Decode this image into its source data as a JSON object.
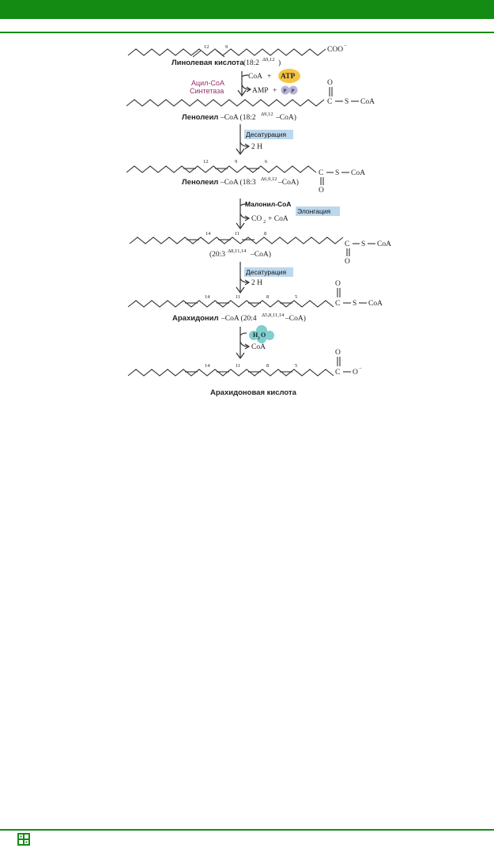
{
  "structures": {
    "linoleic_name": "Линолевая кислота",
    "linoleic_formula": "(18:2",
    "linoleic_sup": "Δ9,12",
    "linoleic_close": ")",
    "linoleic_end": "COO",
    "linoleic_charge": "−",
    "num_12": "12",
    "num_9": "9",
    "num_8": "8",
    "num_11": "11",
    "num_14": "14",
    "num_5": "5",
    "linoleoyl_name": "Ленолеил",
    "linoleoyl_formula": "–CoA (18:2",
    "linoleoyl_sup": "Δ9,12",
    "linoleoyl_close": "–CoA)",
    "gamma_name": "Ленолеил",
    "gamma_formula": "–CoA (18:3",
    "gamma_sup": "Δ6,9,12",
    "gamma_close": "–CoA)",
    "eicosa_formula": "(20:3",
    "eicosa_sup": "Δ8,11,14",
    "eicosa_close": "–CoA)",
    "arach_coa_name": "Арахидонил",
    "arach_coa_formula": "–CoA (20:4",
    "arach_coa_sup": "Δ5,8,11,14",
    "arach_coa_close": "–CoA)",
    "arach_name": "Арахидоновая кислота",
    "thioester_c": "C",
    "thioester_o": "O",
    "thioester_s": "S",
    "coa": "CoA",
    "acid_o_minus": "O",
    "acid_charge": "−"
  },
  "steps": {
    "step1_coa": "CoA",
    "step1_plus": "+",
    "step1_atp": "ATP",
    "step1_amp": "AMP",
    "step1_plus2": "+",
    "step1_p": "P",
    "enzyme_line1": "Ацил-CoA",
    "enzyme_line2": "Синтетаза",
    "desat_label": "Десатурация",
    "two_h": "2 H",
    "malonyl": "Малонил-CoA",
    "elong_label": "Элонгация",
    "co2": "CO",
    "co2_sub": "2",
    "plus_coa": "+ CoA",
    "desat_label2": "Десатурация",
    "two_h2": "2 H",
    "h2o": "H",
    "h2o_sub": "2",
    "h2o_o": "O",
    "coa_release": "CoA"
  },
  "colors": {
    "brand_green": "#148c14",
    "atp_fill": "#f5c542",
    "pp_fill": "#b9b3d9",
    "box_fill": "#bcd8ee",
    "water_fill": "#7ecfd0",
    "enzyme_text": "#9c2b6e"
  }
}
